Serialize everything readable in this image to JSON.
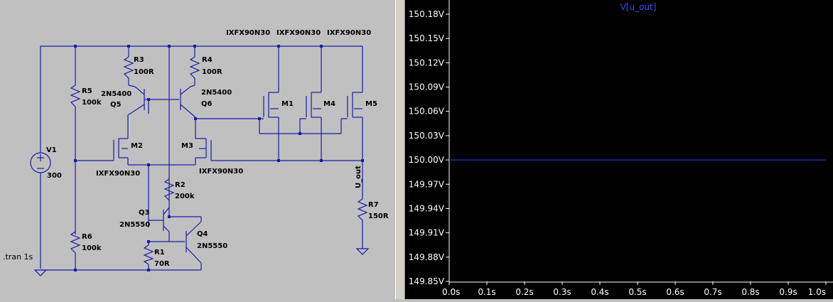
{
  "schematic": {
    "components": {
      "v1": {
        "name": "V1",
        "value": "300"
      },
      "r1": {
        "name": "R1",
        "value": "70R"
      },
      "r2": {
        "name": "R2",
        "value": "200k"
      },
      "r3": {
        "name": "R3",
        "value": "100R"
      },
      "r4": {
        "name": "R4",
        "value": "100R"
      },
      "r5": {
        "name": "R5",
        "value": "100k"
      },
      "r6": {
        "name": "R6",
        "value": "100k"
      },
      "r7": {
        "name": "R7",
        "value": "150R"
      },
      "q3": {
        "name": "Q3",
        "model": "2N5550"
      },
      "q4": {
        "name": "Q4",
        "model": "2N5550"
      },
      "q5": {
        "name": "Q5",
        "model": "2N5400"
      },
      "q6": {
        "name": "Q6",
        "model": "2N5400"
      },
      "m1": {
        "name": "M1",
        "model": "IXFX90N30"
      },
      "m2": {
        "name": "M2",
        "model": "IXFX90N30"
      },
      "m3": {
        "name": "M3",
        "model": "IXFX90N30"
      },
      "m4": {
        "name": "M4",
        "model": "IXFX90N30"
      },
      "m5": {
        "name": "M5",
        "model": "IXFX90N30"
      }
    },
    "net_label_out": "U_out",
    "directive": ".tran 1s"
  },
  "plot": {
    "title": "V[u_out]",
    "colors": {
      "background": "#000000",
      "trace": "#1a3cc8",
      "axis": "#ffffff",
      "title": "#3050ff"
    }
  },
  "chart_data": {
    "type": "line",
    "title": "V[u_out]",
    "x_ticks": [
      "0.0s",
      "0.1s",
      "0.2s",
      "0.3s",
      "0.4s",
      "0.5s",
      "0.6s",
      "0.7s",
      "0.8s",
      "0.9s",
      "1.0s"
    ],
    "y_ticks": [
      "150.18V",
      "150.15V",
      "150.12V",
      "150.09V",
      "150.06V",
      "150.03V",
      "150.00V",
      "149.97V",
      "149.94V",
      "149.91V",
      "149.88V",
      "149.85V"
    ],
    "xlim": [
      0,
      1.0
    ],
    "ylim": [
      149.85,
      150.18
    ],
    "grid": false,
    "series": [
      {
        "name": "V[u_out]",
        "x": [
          0.0,
          1.0
        ],
        "y": [
          150.0,
          150.0
        ]
      }
    ]
  }
}
